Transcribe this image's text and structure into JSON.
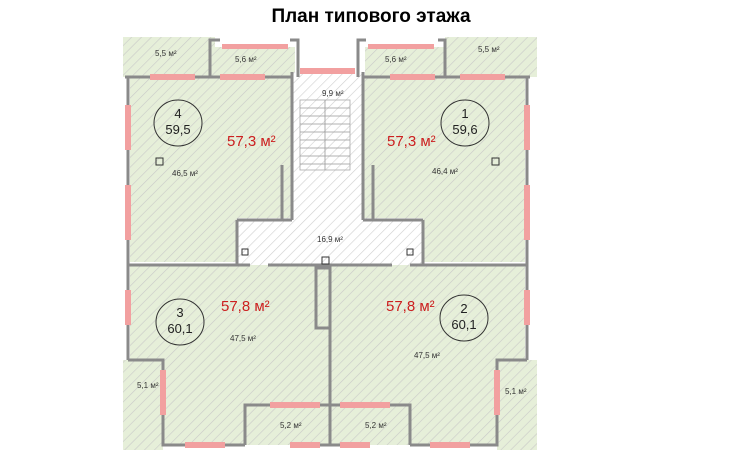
{
  "title": "План типового этажа",
  "colors": {
    "room_fill": "#e6efd9",
    "hatch": "#c9c9c9",
    "wall": "#8a8a8a",
    "window": "#f2a0a0",
    "door": "#ffffff",
    "area_red": "#cc1f1f",
    "text": "#222222"
  },
  "apartments": [
    {
      "number": "4",
      "total": "59,5",
      "big_label": "57,3 м²",
      "living": "46,5 м²"
    },
    {
      "number": "1",
      "total": "59,6",
      "big_label": "57,3 м²",
      "living": "46,4 м²"
    },
    {
      "number": "3",
      "total": "60,1",
      "big_label": "57,8 м²",
      "living": "47,5 м²"
    },
    {
      "number": "2",
      "total": "60,1",
      "big_label": "57,8 м²",
      "living": "47,5 м²"
    }
  ],
  "small_rooms": {
    "balcony_tl": "5,5 м²",
    "loggia_tl": "5,6 м²",
    "loggia_tr": "5,6 м²",
    "balcony_tr": "5,5 м²",
    "stair": "9,9 м²",
    "hall": "16,9 м²",
    "balcony_bl": "5,1 м²",
    "balcony_br": "5,1 м²",
    "loggia_bl": "5,2 м²",
    "loggia_br": "5,2 м²"
  }
}
